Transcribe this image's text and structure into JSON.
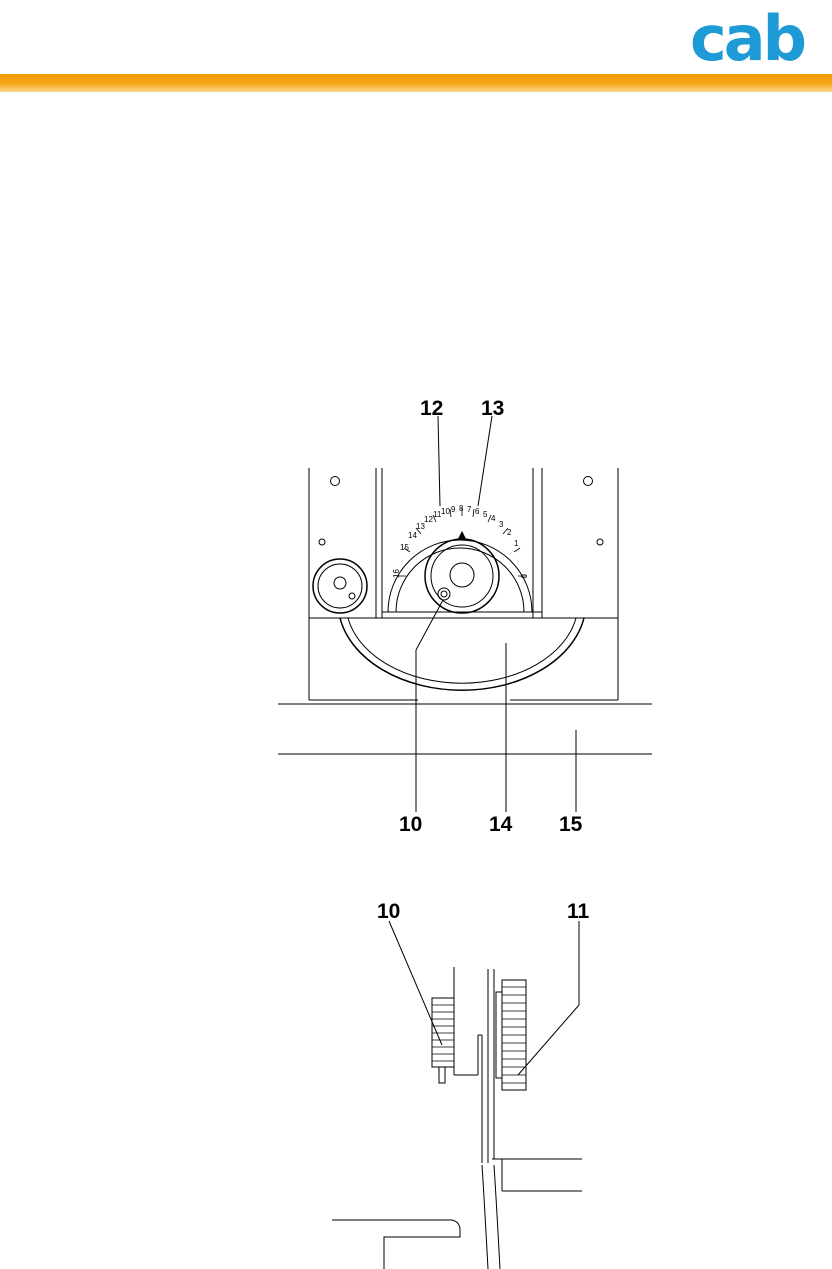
{
  "brand": {
    "logo_text": "cab",
    "logo_color": "#1e9ad6",
    "bar_color": "#f39a00"
  },
  "figure_top": {
    "callouts": [
      "12",
      "13",
      "10",
      "14",
      "15"
    ],
    "scale_numbers": [
      "16",
      "15",
      "14",
      "13",
      "12",
      "11",
      "10",
      "9",
      "8",
      "7",
      "6",
      "5",
      "4",
      "3",
      "2",
      "1",
      "0"
    ]
  },
  "figure_bottom": {
    "callouts": [
      "10",
      "11"
    ]
  }
}
